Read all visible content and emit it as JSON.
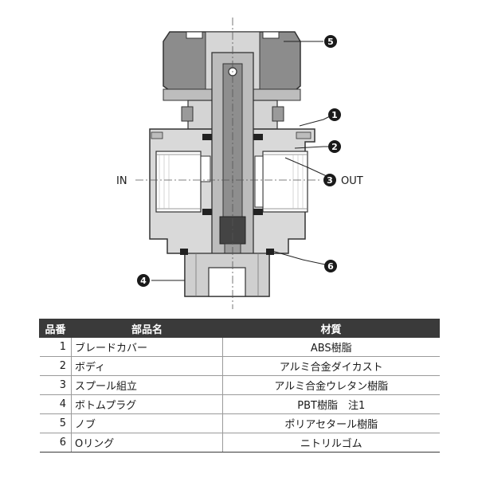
{
  "diagram": {
    "labels": {
      "in": "IN",
      "out": "OUT"
    },
    "callouts": [
      "1",
      "2",
      "3",
      "4",
      "5",
      "6"
    ]
  },
  "table": {
    "headers": [
      "品番",
      "部品名",
      "材質"
    ],
    "rows": [
      {
        "no": "1",
        "name": "ブレードカバー",
        "material": "ABS樹脂"
      },
      {
        "no": "2",
        "name": "ボディ",
        "material": "アルミ合金ダイカスト"
      },
      {
        "no": "3",
        "name": "スプール組立",
        "material": "アルミ合金ウレタン樹脂"
      },
      {
        "no": "4",
        "name": "ボトムプラグ",
        "material": "PBT樹脂　注1"
      },
      {
        "no": "5",
        "name": "ノブ",
        "material": "ポリアセタール樹脂"
      },
      {
        "no": "6",
        "name": "Oリング",
        "material": "ニトリルゴム"
      }
    ]
  }
}
